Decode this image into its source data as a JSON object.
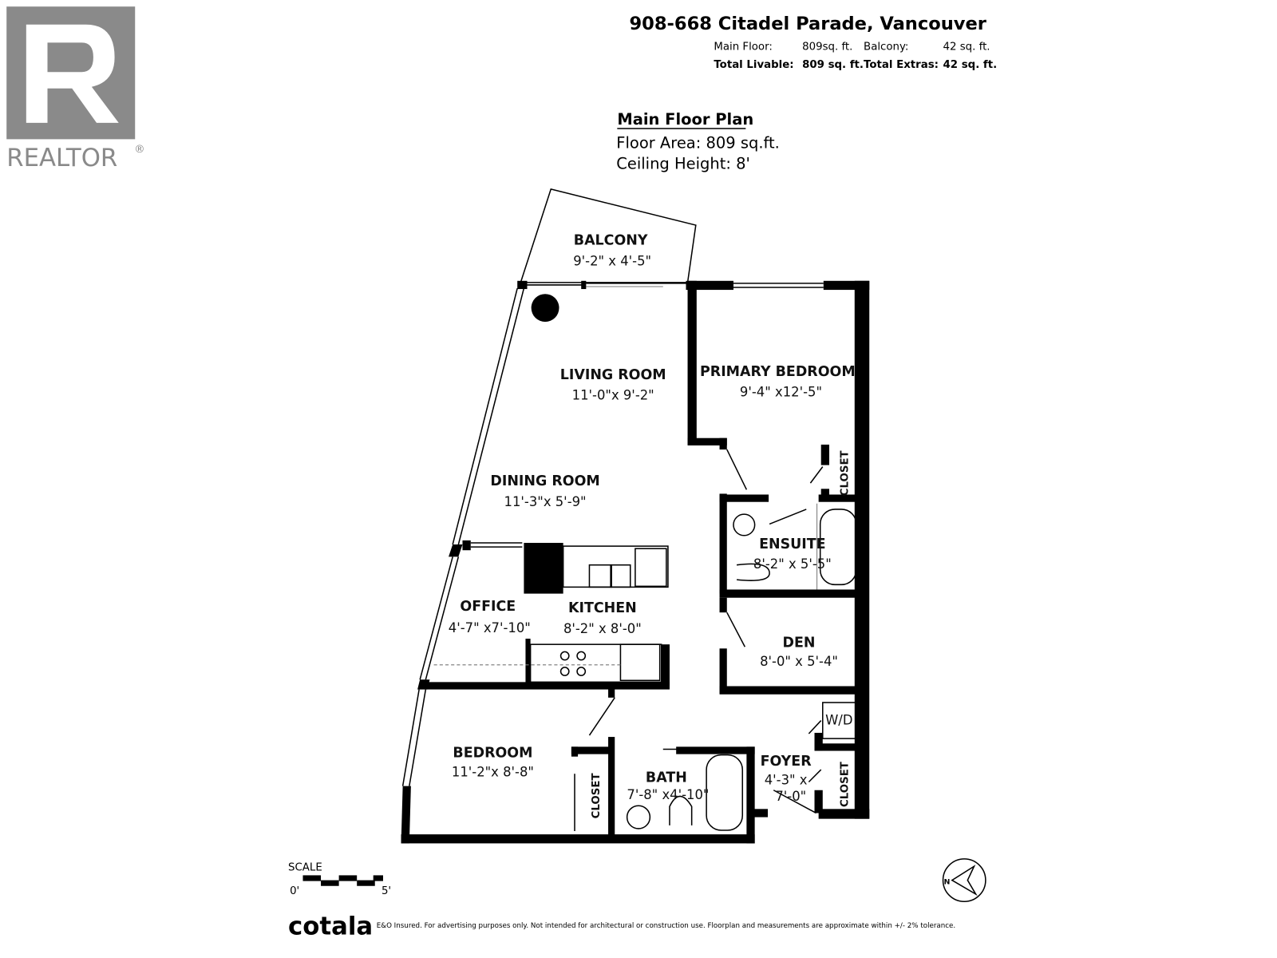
{
  "logo": {
    "brand": "REALTOR",
    "mark": "®",
    "color": "#8a8a8a"
  },
  "header": {
    "address": "908-668 Citadel Parade, Vancouver",
    "main_floor_label": "Main Floor:",
    "main_floor_value": "809sq. ft.",
    "balcony_label": "Balcony:",
    "balcony_value": "42 sq. ft.",
    "total_livable_label": "Total Livable:",
    "total_livable_value": "809 sq. ft.",
    "total_extras_label": "Total Extras:",
    "total_extras_value": "42 sq. ft."
  },
  "plan_info": {
    "title": "Main Floor Plan",
    "floor_area": "Floor Area: 809 sq.ft.",
    "ceiling_height": "Ceiling Height: 8'"
  },
  "rooms": {
    "balcony": {
      "name": "BALCONY",
      "dims": "9'-2\" x 4'-5\""
    },
    "living": {
      "name": "LIVING ROOM",
      "dims": "11'-0\"x 9'-2\""
    },
    "primary": {
      "name": "PRIMARY BEDROOM",
      "dims": "9'-4\" x12'-5\""
    },
    "dining": {
      "name": "DINING ROOM",
      "dims": "11'-3\"x 5'-9\""
    },
    "ensuite": {
      "name": "ENSUITE",
      "dims": "8'-2\" x 5'-5\""
    },
    "office": {
      "name": "OFFICE",
      "dims": "4'-7\" x7'-10\""
    },
    "kitchen": {
      "name": "KITCHEN",
      "dims": "8'-2\" x 8'-0\""
    },
    "den": {
      "name": "DEN",
      "dims": "8'-0\" x 5'-4\""
    },
    "bedroom": {
      "name": "BEDROOM",
      "dims": "11'-2\"x 8'-8\""
    },
    "bath": {
      "name": "BATH",
      "dims": "7'-8\" x4'-10\""
    },
    "foyer": {
      "name": "FOYER",
      "dims_line1": "4'-3\" x",
      "dims_line2": "7'-0\""
    },
    "closet_label": "CLOSET",
    "wd_label": "W/D"
  },
  "scale": {
    "label": "SCALE",
    "start": "0'",
    "end": "5'"
  },
  "compass": {
    "north": "N"
  },
  "footer": {
    "brand": "cotala",
    "disclaimer": "E&O Insured. For advertising purposes only. Not intended for architectural or construction use. Floorplan and measurements are approximate within +/- 2% tolerance."
  }
}
